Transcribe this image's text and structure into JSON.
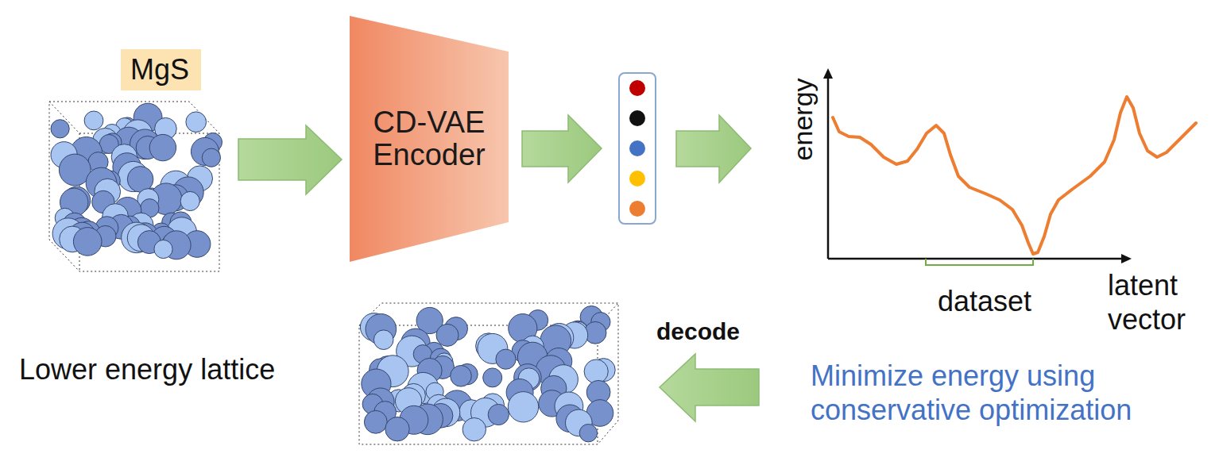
{
  "diagram": {
    "nodes": [
      {
        "text": [
          "MgS"
        ]
      },
      {
        "text": [
          "CD-VAE Encoder"
        ]
      }
    ],
    "labels": [
      "energy",
      "dataset",
      "latent vector",
      "decode",
      "Minimize energy using conservative optimization",
      "Lower energy lattice"
    ]
  }
}
